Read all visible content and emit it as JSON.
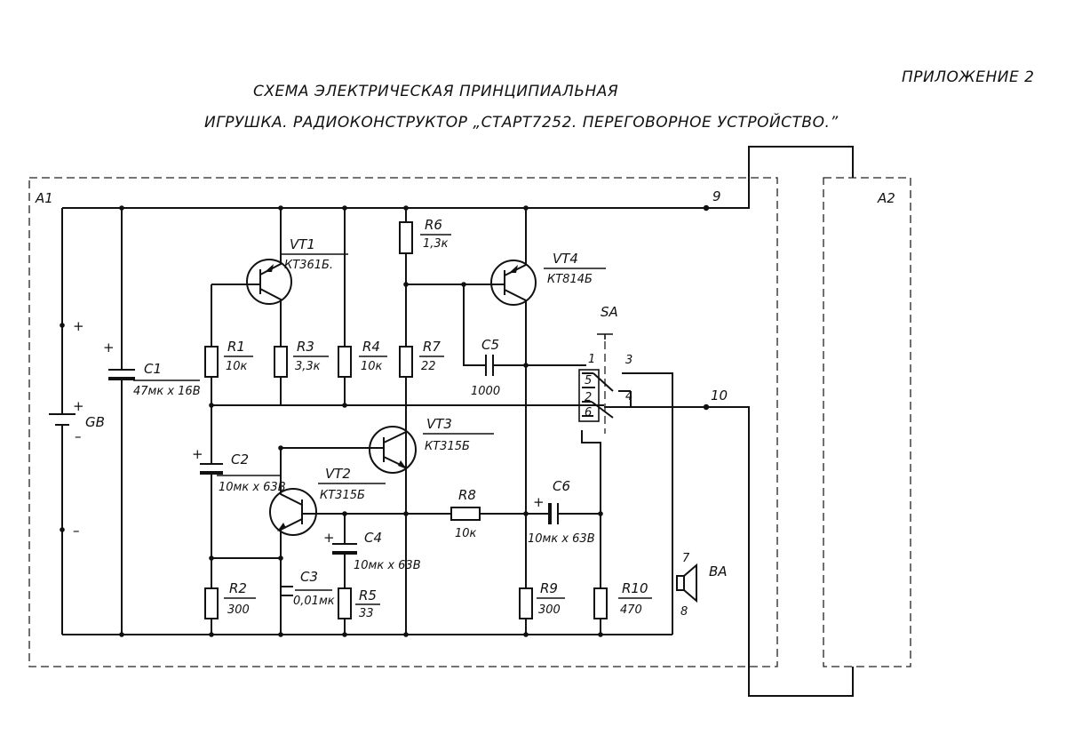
{
  "header": {
    "appendix": "ПРИЛОЖЕНИЕ 2",
    "title_line1": "СХЕМА ЭЛЕКТРИЧЕСКАЯ ПРИНЦИПИАЛЬНАЯ",
    "title_line2": "ИГРУШКА. РАДИОКОНСТРУКТОР „СТАРТ7252. ПЕРЕГОВОРНОЕ УСТРОЙСТВО.”"
  },
  "blocks": {
    "a1": "А1",
    "a2": "А2"
  },
  "battery": {
    "ref": "GB",
    "plus_mark": "+",
    "minus_mark": "–",
    "top_plus": "+",
    "bottom_minus": "–"
  },
  "components": {
    "c1": {
      "ref": "C1",
      "value": "47мк x 16В",
      "pol": "+"
    },
    "c2": {
      "ref": "C2",
      "value": "10мк x 63В",
      "pol": "+"
    },
    "c3": {
      "ref": "C3",
      "value": "0,01мк"
    },
    "c4": {
      "ref": "C4",
      "value": "10мк x 63В",
      "pol": "+"
    },
    "c5": {
      "ref": "C5",
      "value": "1000"
    },
    "c6": {
      "ref": "C6",
      "value": "10мк x 63В",
      "pol": "+"
    },
    "r1": {
      "ref": "R1",
      "value": "10к"
    },
    "r2": {
      "ref": "R2",
      "value": "300"
    },
    "r3": {
      "ref": "R3",
      "value": "3,3к"
    },
    "r4": {
      "ref": "R4",
      "value": "10к"
    },
    "r5": {
      "ref": "R5",
      "value": "33"
    },
    "r6": {
      "ref": "R6",
      "value": "1,3к"
    },
    "r7": {
      "ref": "R7",
      "value": "22"
    },
    "r8": {
      "ref": "R8",
      "value": "10к"
    },
    "r9": {
      "ref": "R9",
      "value": "300"
    },
    "r10": {
      "ref": "R10",
      "value": "470"
    },
    "vt1": {
      "ref": "VT1",
      "type": "КТ361Б."
    },
    "vt2": {
      "ref": "VT2",
      "type": "КТ315Б"
    },
    "vt3": {
      "ref": "VT3",
      "type": "КТ315Б"
    },
    "vt4": {
      "ref": "VT4",
      "type": "КТ814Б"
    },
    "sa": {
      "ref": "SA",
      "pins": [
        "1",
        "2",
        "3",
        "4",
        "5",
        "6"
      ]
    },
    "ba": {
      "ref": "ВА",
      "pin_top": "7",
      "pin_bottom": "8"
    }
  },
  "terminals": {
    "t9": "9",
    "t10": "10"
  }
}
